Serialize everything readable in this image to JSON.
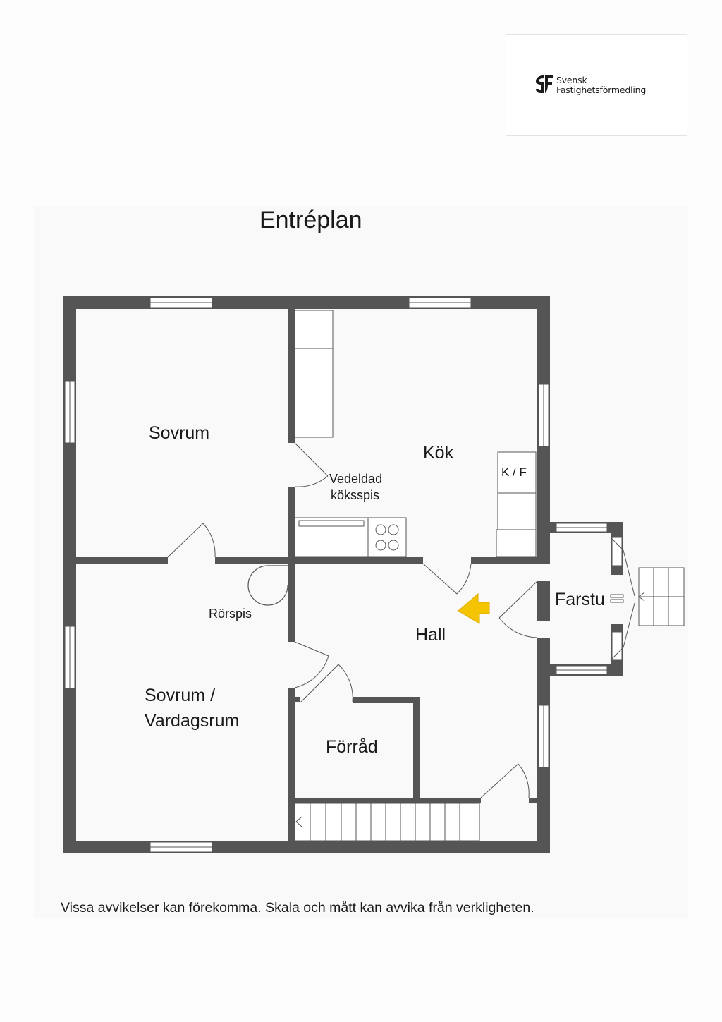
{
  "title": "Entréplan",
  "logo": {
    "line1": "Svensk",
    "line2": "Fastighetsförmedling"
  },
  "rooms": {
    "sovrum": "Sovrum",
    "kok": "Kök",
    "vedeldad_line1": "Vedeldad",
    "vedeldad_line2": "köksspis",
    "kf": "K / F",
    "farstu": "Farstu",
    "rorspis": "Rörspis",
    "hall": "Hall",
    "sovrum_vardagsrum_line1": "Sovrum /",
    "sovrum_vardagsrum_line2": "Vardagsrum",
    "forrad": "Förråd"
  },
  "disclaimer": "Vissa avvikelser kan förekomma. Skala och mått kan avvika från verkligheten.",
  "colors": {
    "wall": "#555555",
    "marker": "#f5c400",
    "background": "#f9f9f9"
  }
}
